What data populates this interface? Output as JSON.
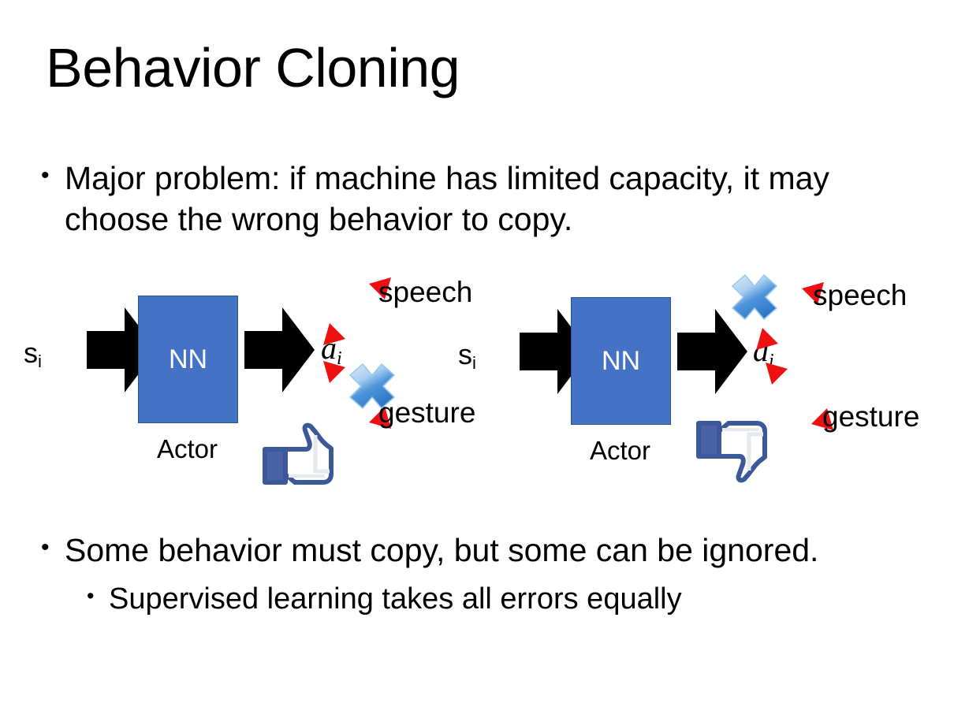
{
  "slide": {
    "title": "Behavior Cloning",
    "background_color": "#FFFFFF",
    "text_color": "#000000"
  },
  "bullets": [
    {
      "level": 1,
      "marker": "•",
      "text": "Major problem: if machine has limited capacity, it may choose the wrong behavior to copy."
    },
    {
      "level": 1,
      "marker": "•",
      "text": "Some behavior must copy, but some can be ignored."
    },
    {
      "level": 2,
      "marker": "•",
      "text": "Supervised learning takes all errors equally"
    }
  ],
  "diagrams": [
    {
      "id": "left",
      "input_label": "s",
      "input_sub": "i",
      "box_label": "NN",
      "box_caption": "Actor",
      "output_label": "â",
      "output_sub": "i",
      "branches": [
        {
          "name": "speech",
          "direction": "up-right",
          "crossed_out": false
        },
        {
          "name": "gesture",
          "direction": "down-right",
          "crossed_out": true
        }
      ],
      "feedback": "thumbs-up"
    },
    {
      "id": "right",
      "input_label": "s",
      "input_sub": "i",
      "box_label": "NN",
      "box_caption": "Actor",
      "output_label": "â",
      "output_sub": "i",
      "branches": [
        {
          "name": "speech",
          "direction": "up-right",
          "crossed_out": true
        },
        {
          "name": "gesture",
          "direction": "down-right",
          "crossed_out": false
        }
      ],
      "feedback": "thumbs-down"
    }
  ],
  "colors": {
    "nn_box_fill": "#4472C4",
    "nn_box_border": "#2F528F",
    "arrow_black": "#000000",
    "arrow_red": "#EE1111",
    "x_blue_light": "#CFE3F7",
    "x_blue_dark": "#1F6FC4",
    "thumb_outline": "#3B5998"
  }
}
